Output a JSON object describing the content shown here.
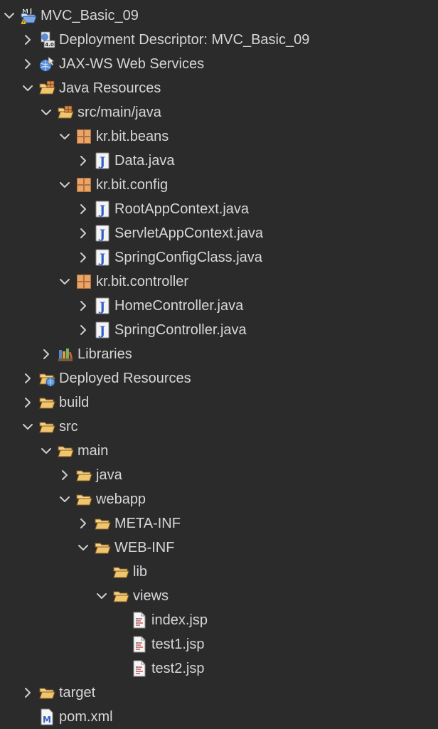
{
  "tree": {
    "items": [
      {
        "label": "MVC_Basic_09",
        "icon": "maven-project-icon",
        "depth": 0,
        "state": "expanded"
      },
      {
        "label": "Deployment Descriptor: MVC_Basic_09",
        "icon": "deployment-descriptor-icon",
        "depth": 1,
        "state": "collapsed"
      },
      {
        "label": "JAX-WS Web Services",
        "icon": "web-services-icon",
        "depth": 1,
        "state": "collapsed"
      },
      {
        "label": "Java Resources",
        "icon": "java-resources-icon",
        "depth": 1,
        "state": "expanded"
      },
      {
        "label": "src/main/java",
        "icon": "source-folder-icon",
        "depth": 2,
        "state": "expanded"
      },
      {
        "label": "kr.bit.beans",
        "icon": "package-icon",
        "depth": 3,
        "state": "expanded"
      },
      {
        "label": "Data.java",
        "icon": "java-file-icon",
        "depth": 4,
        "state": "collapsed"
      },
      {
        "label": "kr.bit.config",
        "icon": "package-icon",
        "depth": 3,
        "state": "expanded"
      },
      {
        "label": "RootAppContext.java",
        "icon": "java-file-icon",
        "depth": 4,
        "state": "collapsed"
      },
      {
        "label": "ServletAppContext.java",
        "icon": "java-file-icon",
        "depth": 4,
        "state": "collapsed"
      },
      {
        "label": "SpringConfigClass.java",
        "icon": "java-file-icon",
        "depth": 4,
        "state": "collapsed"
      },
      {
        "label": "kr.bit.controller",
        "icon": "package-icon",
        "depth": 3,
        "state": "expanded"
      },
      {
        "label": "HomeController.java",
        "icon": "java-file-icon",
        "depth": 4,
        "state": "collapsed"
      },
      {
        "label": "SpringController.java",
        "icon": "java-file-icon",
        "depth": 4,
        "state": "collapsed"
      },
      {
        "label": "Libraries",
        "icon": "libraries-icon",
        "depth": 2,
        "state": "collapsed"
      },
      {
        "label": "Deployed Resources",
        "icon": "deployed-resources-icon",
        "depth": 1,
        "state": "collapsed"
      },
      {
        "label": "build",
        "icon": "folder-icon",
        "depth": 1,
        "state": "collapsed"
      },
      {
        "label": "src",
        "icon": "folder-icon",
        "depth": 1,
        "state": "expanded"
      },
      {
        "label": "main",
        "icon": "folder-icon",
        "depth": 2,
        "state": "expanded"
      },
      {
        "label": "java",
        "icon": "folder-icon",
        "depth": 3,
        "state": "collapsed"
      },
      {
        "label": "webapp",
        "icon": "folder-icon",
        "depth": 3,
        "state": "expanded"
      },
      {
        "label": "META-INF",
        "icon": "folder-icon",
        "depth": 4,
        "state": "collapsed"
      },
      {
        "label": "WEB-INF",
        "icon": "folder-icon",
        "depth": 4,
        "state": "expanded"
      },
      {
        "label": "lib",
        "icon": "folder-icon",
        "depth": 5,
        "state": "leaf"
      },
      {
        "label": "views",
        "icon": "folder-icon",
        "depth": 5,
        "state": "expanded"
      },
      {
        "label": "index.jsp",
        "icon": "jsp-file-icon",
        "depth": 6,
        "state": "leaf"
      },
      {
        "label": "test1.jsp",
        "icon": "jsp-file-icon",
        "depth": 6,
        "state": "leaf"
      },
      {
        "label": "test2.jsp",
        "icon": "jsp-file-icon",
        "depth": 6,
        "state": "leaf"
      },
      {
        "label": "target",
        "icon": "folder-icon",
        "depth": 1,
        "state": "collapsed"
      },
      {
        "label": "pom.xml",
        "icon": "maven-pom-icon",
        "depth": 1,
        "state": "leaf"
      }
    ]
  },
  "colors": {
    "background": "#2b2b2b",
    "text": "#d6d6d6",
    "folder": "#e9b85c",
    "java_icon": "#3d6fd9",
    "package": "#d28a4a"
  }
}
